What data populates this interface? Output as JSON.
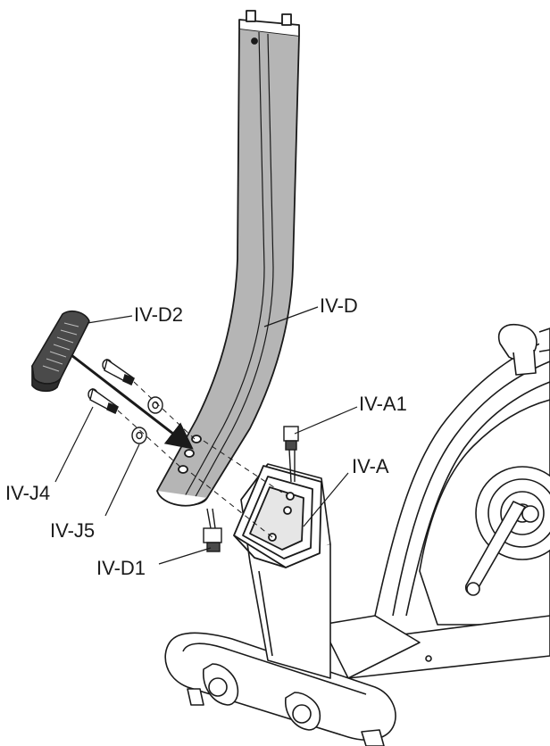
{
  "labels": {
    "iv_d": "IV-D",
    "iv_d2": "IV-D2",
    "iv_a1": "IV-A1",
    "iv_a": "IV-A",
    "iv_j4": "IV-J4",
    "iv_j5": "IV-J5",
    "iv_d1": "IV-D1"
  },
  "colors": {
    "tube_fill": "#b5b5b5",
    "pedal_fill": "#4a4a4a",
    "line": "#1a1a1a",
    "frame_fill": "#ffffff",
    "frame_shade": "#e6e6e6"
  }
}
